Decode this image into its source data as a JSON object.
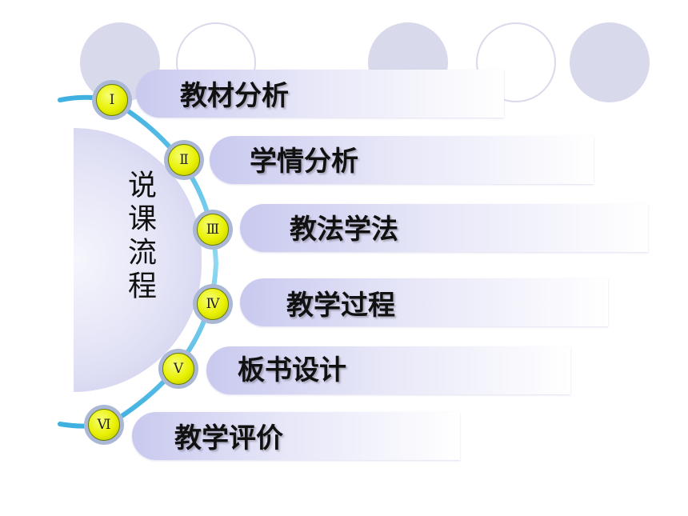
{
  "title": "说课流程",
  "items": [
    {
      "numeral": "Ⅰ",
      "label": "教材分析"
    },
    {
      "numeral": "Ⅱ",
      "label": "学情分析"
    },
    {
      "numeral": "Ⅲ",
      "label": "教法学法"
    },
    {
      "numeral": "Ⅳ",
      "label": "教学过程"
    },
    {
      "numeral": "Ⅴ",
      "label": "板书设计"
    },
    {
      "numeral": "Ⅵ",
      "label": "教学评价"
    }
  ],
  "colors": {
    "decor_circle": "#d9d9ec",
    "bar_start": "#c9c9ef",
    "badge_fill": "#e8f000",
    "arc": "#5cc3e6"
  }
}
